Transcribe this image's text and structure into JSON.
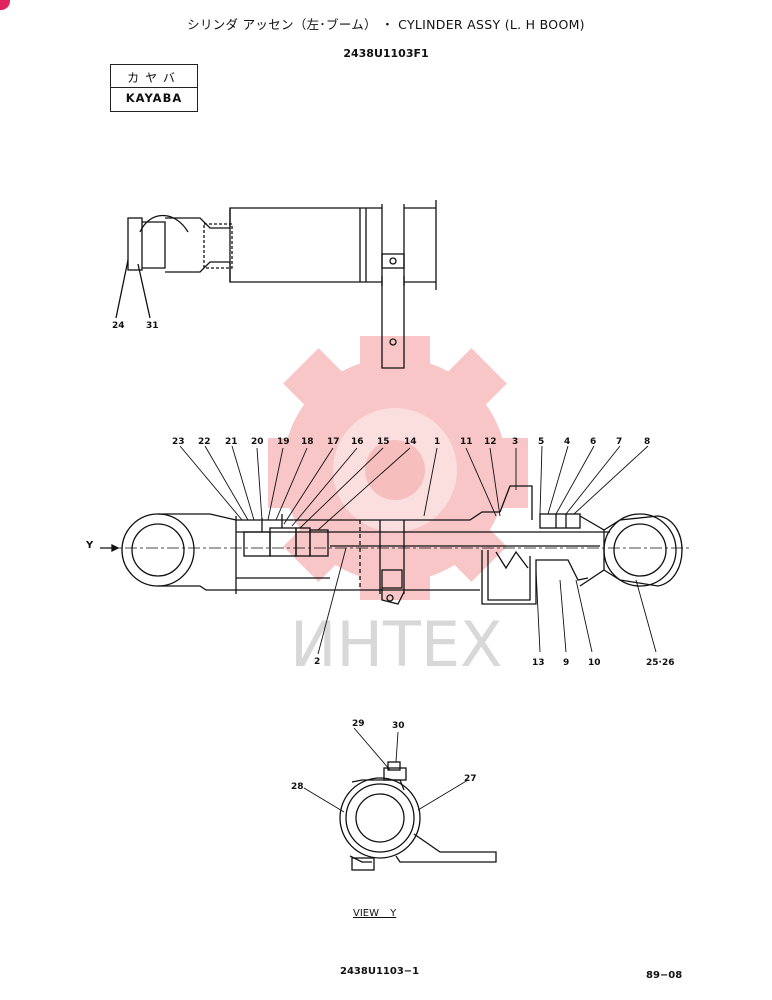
{
  "header": {
    "title": "シリンダ アッセン（左･ブーム） ・ CYLINDER ASSY (L. H BOOM)",
    "drawing_number": "2438U1103F1"
  },
  "maker_box": {
    "japanese": "カヤバ",
    "english": "KAYABA"
  },
  "watermark": {
    "text": "ИНТЕХ",
    "color": "#f4a5a5"
  },
  "accent_color": "#e0245e",
  "y_arrow_label": "Y",
  "view_label": "VIEW Y",
  "footer": {
    "code": "2438U1103−1",
    "date": "89−08"
  },
  "callouts": {
    "top_view": [
      "24",
      "31"
    ],
    "main_view_top": [
      "23",
      "22",
      "21",
      "20",
      "19",
      "18",
      "17",
      "16",
      "15",
      "14",
      "1",
      "11",
      "12",
      "3",
      "5",
      "4",
      "6",
      "7",
      "8"
    ],
    "main_view_bottom": [
      "2",
      "13",
      "9",
      "10",
      "25·26"
    ],
    "view_y": [
      "29",
      "30",
      "28",
      "27"
    ]
  }
}
